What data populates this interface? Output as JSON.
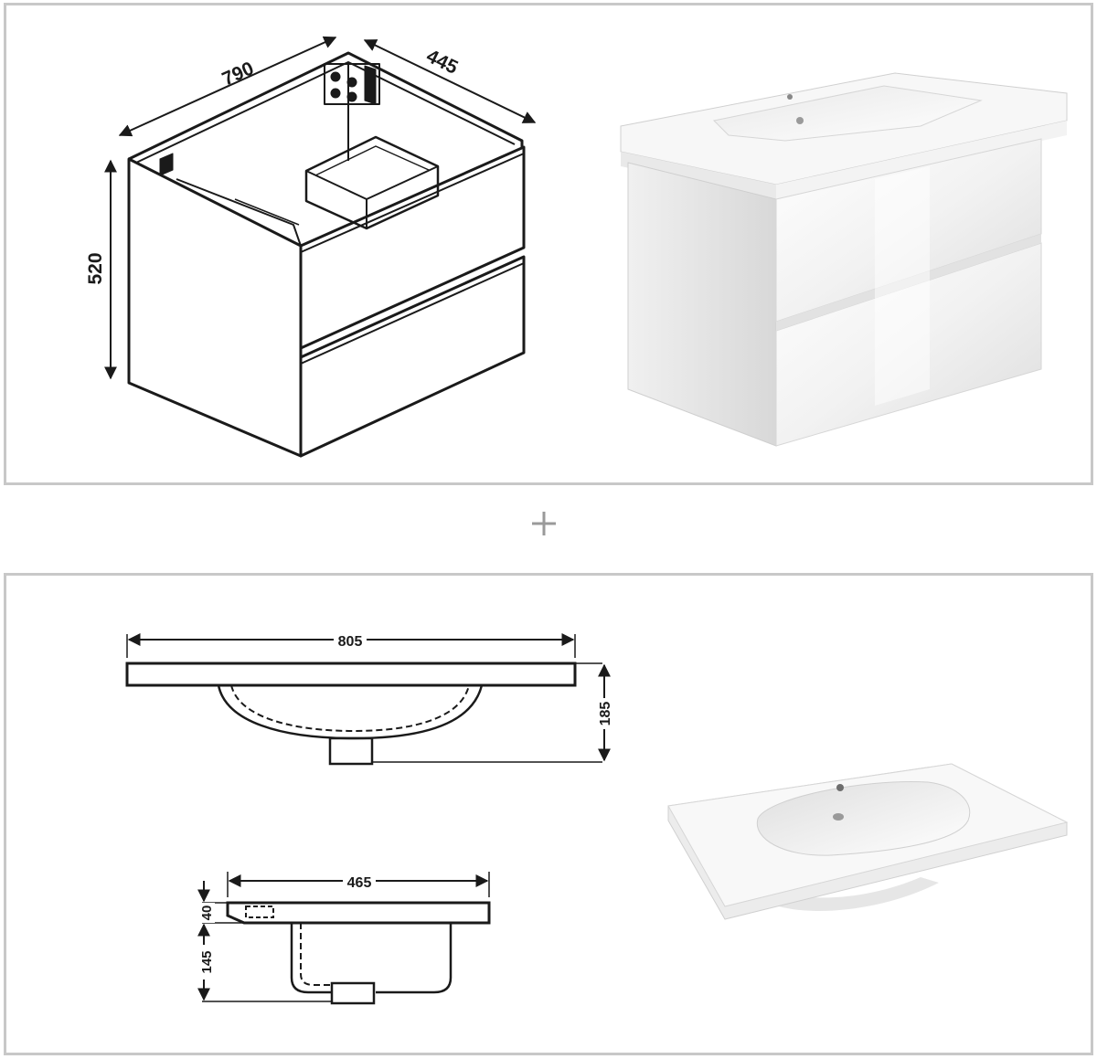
{
  "cabinet_drawing": {
    "width_label": "790",
    "depth_label": "445",
    "height_label": "520"
  },
  "basin_front_drawing": {
    "width_label": "805",
    "height_label": "185"
  },
  "basin_side_drawing": {
    "depth_label": "465",
    "top_thickness_label": "40",
    "bowl_depth_label": "145"
  },
  "colors": {
    "panel_border": "#c8c8c8",
    "line": "#1a1a1a",
    "plus_sign": "#9a9a9a"
  }
}
